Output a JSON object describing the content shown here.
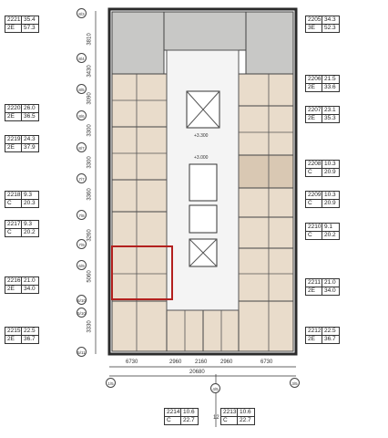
{
  "units_left": [
    {
      "id": "2221",
      "area": "35.4",
      "type": "2E",
      "area2": "57.3"
    },
    {
      "id": "2220",
      "area": "26.0",
      "type": "2E",
      "area2": "36.5"
    },
    {
      "id": "2219",
      "area": "24.3",
      "type": "2E",
      "area2": "37.9"
    },
    {
      "id": "2218",
      "area": "9.3",
      "type": "C",
      "area2": "20.3"
    },
    {
      "id": "2217",
      "area": "9.3",
      "type": "C",
      "area2": "20.2"
    },
    {
      "id": "2216",
      "area": "21.0",
      "type": "2E",
      "area2": "34.0"
    },
    {
      "id": "2215",
      "area": "22.5",
      "type": "2E",
      "area2": "36.7"
    }
  ],
  "units_right": [
    {
      "id": "2205",
      "area": "34.3",
      "type": "3E",
      "area2": "52.3"
    },
    {
      "id": "2206",
      "area": "21.5",
      "type": "2E",
      "area2": "33.6"
    },
    {
      "id": "2207",
      "area": "23.1",
      "type": "2E",
      "area2": "35.3"
    },
    {
      "id": "2208",
      "area": "10.3",
      "type": "C",
      "area2": "20.9"
    },
    {
      "id": "2209",
      "area": "10.3",
      "type": "C",
      "area2": "20.9"
    },
    {
      "id": "2210",
      "area": "9.1",
      "type": "C",
      "area2": "20.2"
    },
    {
      "id": "2211",
      "area": "21.0",
      "type": "2E",
      "area2": "34.0"
    },
    {
      "id": "2212",
      "area": "22.5",
      "type": "2E",
      "area2": "36.7"
    }
  ],
  "units_bottom": [
    {
      "id": "2214",
      "area": "10.6",
      "type": "C",
      "area2": "22.7"
    },
    {
      "id": "2213",
      "area": "10.6",
      "type": "C",
      "area2": "22.7"
    }
  ],
  "dims_left": [
    "3810",
    "3430",
    "3090",
    "3300",
    "3300",
    "3360",
    "3260",
    "5060",
    "3330"
  ],
  "dims_bottom": [
    "6730",
    "2960",
    "2160",
    "2960",
    "6730"
  ],
  "total_width": "20680",
  "axis_labels_left": [
    "8/3",
    "8/4",
    "8/5",
    "8/6",
    "8/7",
    "7/7",
    "7/8",
    "7/9",
    "6/9",
    "6/10",
    "5/10",
    "5/11"
  ],
  "axis_labels_bottom": [
    "1/5",
    "4/5",
    "3/5"
  ],
  "bottom_mark": "12",
  "lift_marks": [
    "+3.300",
    "+3.000"
  ],
  "colors": {
    "wall": "#2b2b2b",
    "grey_unit": "#c8c8c6",
    "beige_unit": "#e9dccb",
    "white": "#ffffff",
    "highlight": "#b3201e",
    "core": "#f2f2f2"
  }
}
